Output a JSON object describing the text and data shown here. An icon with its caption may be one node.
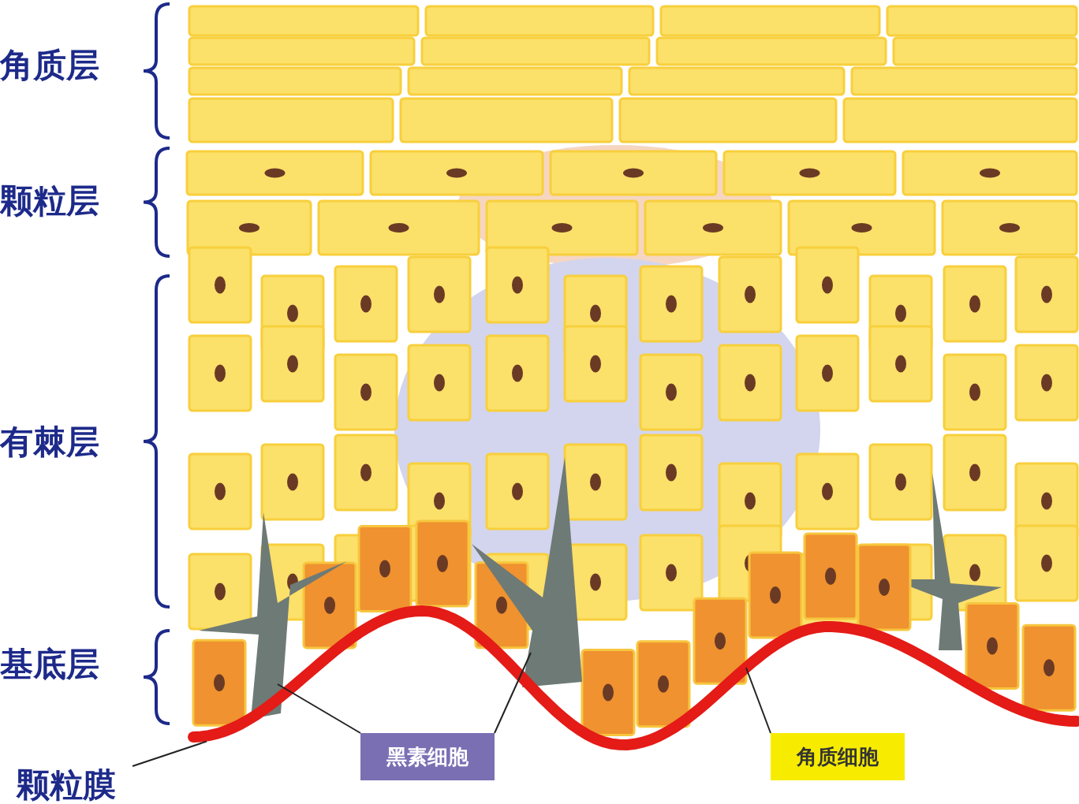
{
  "diagram": {
    "nodes": [
      {
        "text": [
          "黑素细胞"
        ]
      },
      {
        "text": [
          "角质细胞"
        ]
      },
      {
        "text": [
          "颗粒膜"
        ]
      },
      {
        "text": [],
        "shape": "picture"
      },
      {
        "text": [],
        "shape": "picture"
      },
      {
        "text": [],
        "shape": "box"
      },
      {
        "text": [],
        "shape": "picture"
      }
    ],
    "edges": [
      {
        "from": 0,
        "to": 3,
        "arrow": "none"
      },
      {
        "from": 0,
        "to": 4,
        "arrow": "none"
      },
      {
        "from": 1,
        "to": 5,
        "arrow": "none"
      },
      {
        "from": 2,
        "to": 6,
        "arrow": "none"
      }
    ],
    "labels": [
      "角质层",
      "颗粒层",
      "有棘层",
      "基底层"
    ]
  }
}
